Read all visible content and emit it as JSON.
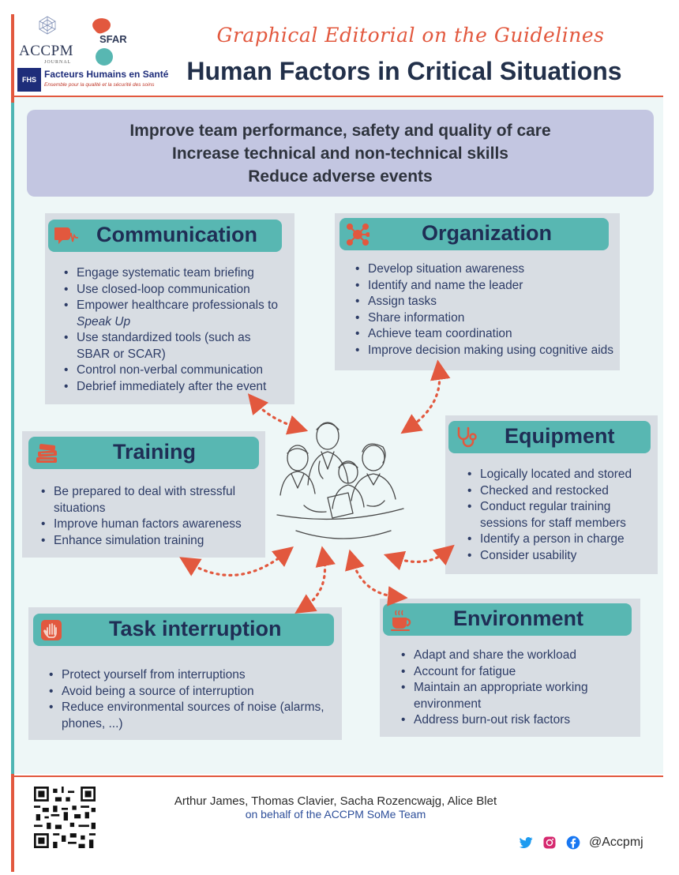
{
  "header": {
    "logos": {
      "accpm": "ACCPM",
      "accpm_sub": "JOURNAL",
      "sfar": "SFAR",
      "fhs_abbr": "FHS",
      "fhs_name": "Facteurs Humains en Santé",
      "fhs_tagline": "Ensemble pour la qualité et la sécurité des soins"
    },
    "subtitle": "Graphical Editorial on the Guidelines",
    "title": "Human Factors in Critical Situations"
  },
  "objectives": [
    "Improve team performance, safety and quality of care",
    "Increase technical and non-technical skills",
    "Reduce adverse events"
  ],
  "cards": {
    "communication": {
      "title": "Communication",
      "icon": "speech-waveform-icon",
      "items": [
        "Engage systematic team briefing",
        "Use closed-loop communication",
        "Empower healthcare professionals to",
        "Speak Up",
        "Use standardized tools (such as",
        "SBAR or SCAR)",
        "Control non-verbal communication",
        "Debrief immediately after the event"
      ]
    },
    "organization": {
      "title": "Organization",
      "icon": "network-icon",
      "items": [
        "Develop situation awareness",
        "Identify and name the leader",
        "Assign tasks",
        "Share information",
        "Achieve team coordination",
        "Improve decision making using cognitive aids"
      ]
    },
    "training": {
      "title": "Training",
      "icon": "books-icon",
      "items": [
        "Be prepared to deal with stressful",
        "situations",
        "Improve human factors awareness",
        "Enhance simulation training"
      ]
    },
    "equipment": {
      "title": "Equipment",
      "icon": "stethoscope-icon",
      "items": [
        "Logically located and stored",
        "Checked and restocked",
        "Conduct regular training",
        "sessions for staff members",
        "Identify a person in charge",
        "Consider usability"
      ]
    },
    "task_interruption": {
      "title": "Task interruption",
      "icon": "stop-hand-icon",
      "items": [
        "Protect yourself from interruptions",
        "Avoid being a source of interruption",
        "Reduce environmental sources of noise (alarms,",
        "phones, ...)"
      ]
    },
    "environment": {
      "title": "Environment",
      "icon": "coffee-cup-icon",
      "items": [
        "Adapt and share the workload",
        "Account for fatigue",
        "Maintain an appropriate working",
        "environment",
        "Address burn-out risk factors"
      ]
    }
  },
  "footer": {
    "authors": "Arthur James, Thomas Clavier, Sacha Rozencwajg, Alice Blet",
    "on_behalf": "on behalf of the ACCPM SoMe Team",
    "social_icons": [
      "twitter-icon",
      "instagram-icon",
      "facebook-icon"
    ],
    "handle": "@Accpmj"
  },
  "colors": {
    "accent_orange": "#e2583e",
    "teal": "#58b7b2",
    "card_bg": "#d8dde3",
    "objectives_bg": "#c3c6e1",
    "navy": "#1f2e55"
  }
}
